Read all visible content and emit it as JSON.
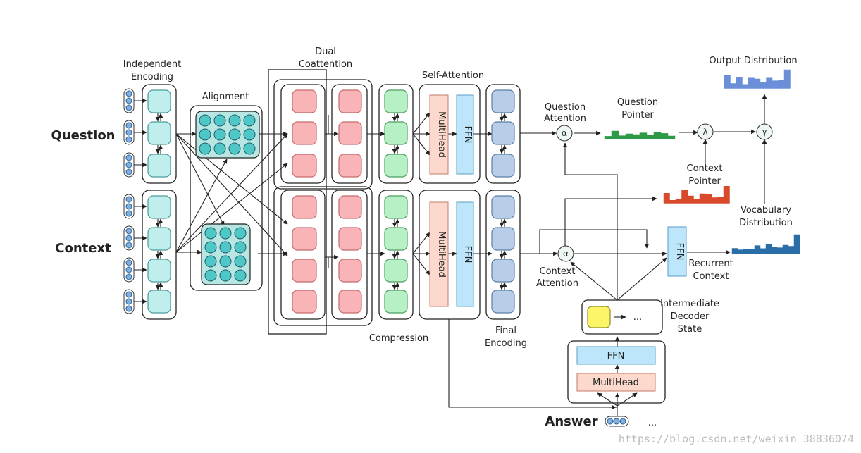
{
  "labels": {
    "independent_encoding": [
      "Independent",
      "Encoding"
    ],
    "alignment": "Alignment",
    "dual_coattention": [
      "Dual",
      "Coattention"
    ],
    "self_attention": "Self-Attention",
    "compression": "Compression",
    "final_encoding": [
      "Final",
      "Encoding"
    ],
    "question": "Question",
    "context": "Context",
    "answer": "Answer",
    "question_attention": [
      "Question",
      "Attention"
    ],
    "question_pointer": [
      "Question",
      "Pointer"
    ],
    "context_attention": [
      "Context",
      "Attention"
    ],
    "context_pointer": [
      "Context",
      "Pointer"
    ],
    "output_distribution": "Output Distribution",
    "vocabulary_distribution": [
      "Vocabulary",
      "Distribution"
    ],
    "recurrent_context": [
      "Recurrent",
      "Context"
    ],
    "intermediate_decoder_state": [
      "Intermediate",
      "Decoder",
      "State"
    ],
    "ffn": "FFN",
    "multihead": "MultiHead",
    "alpha": "α",
    "lambda": "λ",
    "gamma": "γ",
    "ellipsis": "...",
    "watermark": "https://blog.csdn.net/weixin_38836074"
  },
  "colors": {
    "cyan": "#bfeeec",
    "cyan_stroke": "#4a9c9a",
    "align_bg": "#b8e6e3",
    "pink": "#f8b4b6",
    "pink_stroke": "#c56b6e",
    "green": "#b6f0c4",
    "green_stroke": "#4c9e5e",
    "blue_block": "#b7cde8",
    "blue_block_stroke": "#5b7fa8",
    "multihead": "#fcd9cc",
    "ffn": "#bde6fb",
    "bar_green": "#2e9a47",
    "bar_red": "#d94a2d",
    "bar_blue": "#2a6ea8",
    "bar_lightblue": "#6a8fd8",
    "yellow": "#fbf567",
    "token": "#7fb0e0"
  },
  "distributions": {
    "question_pointer": [
      0.18,
      0.55,
      0.22,
      0.35,
      0.3,
      0.42,
      0.28,
      0.48,
      0.38,
      0.2
    ],
    "context_pointer": [
      0.55,
      0.15,
      0.2,
      0.75,
      0.4,
      0.22,
      0.52,
      0.48,
      0.3,
      0.35,
      0.95
    ],
    "vocabulary_distribution": [
      0.25,
      0.18,
      0.22,
      0.2,
      0.38,
      0.24,
      0.45,
      0.3,
      0.28,
      0.4,
      0.35,
      0.9
    ],
    "output_distribution": [
      0.7,
      0.25,
      0.6,
      0.2,
      0.55,
      0.5,
      0.3,
      0.55,
      0.4,
      0.45,
      1.0
    ]
  }
}
